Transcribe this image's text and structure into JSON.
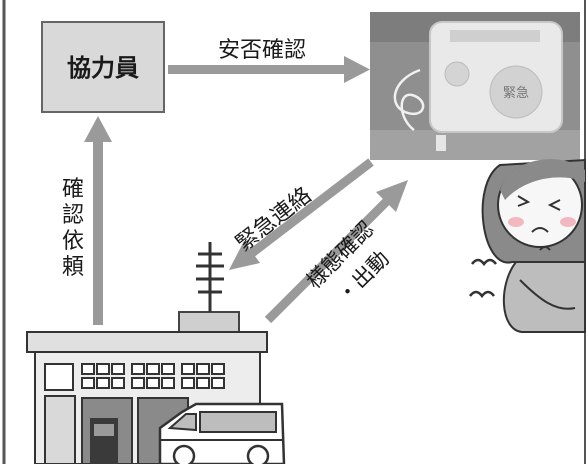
{
  "diagram": {
    "coordinator_box": {
      "label": "協力員"
    },
    "arrows": {
      "safety_check": "安否確認",
      "confirm_request": "確認依頼",
      "emergency_contact": "緊急連絡",
      "status_check_line1": "様態確認",
      "status_check_line2": "・出動"
    }
  },
  "colors": {
    "arrow_gray": "#9a9a9a",
    "box_fill": "#d9d9d9",
    "building_fill": "#cfcfcf",
    "photo_bg": "#8f8f8f",
    "device_body": "#e9e9e9",
    "cheek_pink": "#f2b8c0",
    "border": "#555555"
  },
  "icons": {
    "device_photo": "emergency-alarm-device-photo",
    "person": "person-in-pain-illustration",
    "building": "fire-station-building-icon",
    "vehicle": "ambulance-icon",
    "antenna": "antenna-icon"
  }
}
